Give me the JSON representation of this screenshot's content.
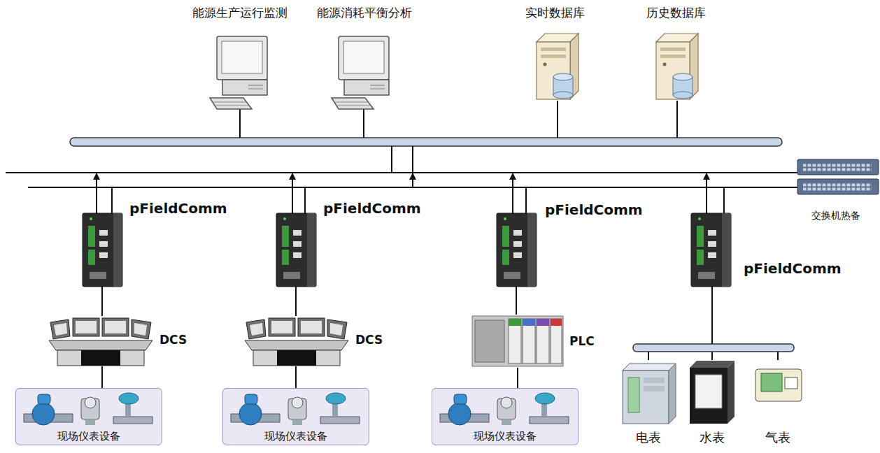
{
  "diagram": {
    "nodes": [
      {
        "text": [
          "能源生产运行监测"
        ]
      },
      {
        "text": [
          "能源消耗平衡分析"
        ]
      },
      {
        "text": [
          "实时数据库"
        ]
      },
      {
        "text": [
          "历史数据库"
        ]
      },
      {
        "text": [
          "交换机热备"
        ]
      },
      {
        "text": [
          "pFieldComm"
        ]
      },
      {
        "text": [
          "DCS"
        ]
      },
      {
        "text": [
          "现场仪表设备"
        ]
      },
      {
        "text": [
          "pFieldComm"
        ]
      },
      {
        "text": [
          "DCS"
        ]
      },
      {
        "text": [
          "现场仪表设备"
        ]
      },
      {
        "text": [
          "pFieldComm"
        ]
      },
      {
        "text": [
          "PLC"
        ]
      },
      {
        "text": [
          "现场仪表设备"
        ]
      },
      {
        "text": [
          "pFieldComm"
        ]
      },
      {
        "text": [
          "电表"
        ]
      },
      {
        "text": [
          "水表"
        ]
      },
      {
        "text": [
          "气表"
        ]
      }
    ],
    "edges": [
      {
        "from": 5,
        "to": 6,
        "arrow": "none"
      },
      {
        "from": 6,
        "to": 7,
        "arrow": "none"
      },
      {
        "from": 8,
        "to": 9,
        "arrow": "none"
      },
      {
        "from": 9,
        "to": 10,
        "arrow": "none"
      },
      {
        "from": 11,
        "to": 12,
        "arrow": "none"
      },
      {
        "from": 12,
        "to": 13,
        "arrow": "none"
      },
      {
        "from": 14,
        "to": 15,
        "arrow": "none"
      },
      {
        "from": 14,
        "to": 16,
        "arrow": "none"
      },
      {
        "from": 14,
        "to": 17,
        "arrow": "none"
      }
    ]
  }
}
